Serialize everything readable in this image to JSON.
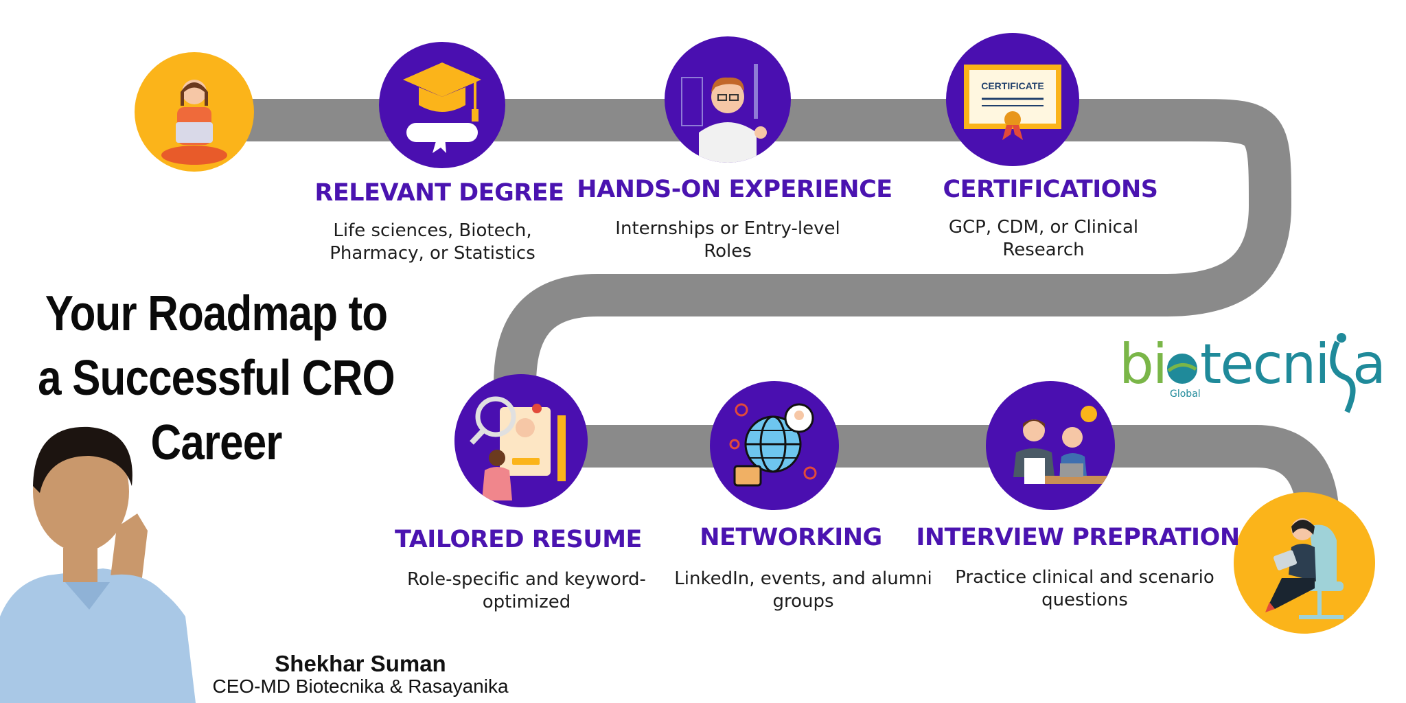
{
  "title": "Your Roadmap to a Successful CRO Career",
  "colors": {
    "road": "#8a8a8a",
    "step_circle": "#4a0fb0",
    "endpoint_circle": "#fbb41a",
    "title_text": "#4a13b0",
    "logo_green": "#7ab648",
    "logo_teal": "#1f8a9a"
  },
  "steps": [
    {
      "title": "RELEVANT DEGREE",
      "desc": "Life sciences, Biotech, Pharmacy, or Statistics",
      "icon": "graduation-cap-icon"
    },
    {
      "title": "HANDS-ON EXPERIENCE",
      "desc": "Internships or Entry-level Roles",
      "icon": "scientist-icon"
    },
    {
      "title": "CERTIFICATIONS",
      "desc": "GCP, CDM, or Clinical Research",
      "icon": "certificate-icon"
    },
    {
      "title": "TAILORED RESUME",
      "desc": "Role-specific and keyword-optimized",
      "icon": "resume-icon"
    },
    {
      "title": "NETWORKING",
      "desc": "LinkedIn, events, and alumni groups",
      "icon": "network-globe-icon"
    },
    {
      "title": "INTERVIEW PREPRATION",
      "desc": "Practice clinical and scenario questions",
      "icon": "interview-icon"
    }
  ],
  "certificate_label": "CERTIFICATE",
  "logo": {
    "part1": "bi",
    "part2": "tecni",
    "part3": "a",
    "sub": "Global"
  },
  "person": {
    "name": "Shekhar Suman",
    "role": "CEO-MD Biotecnika & Rasayanika"
  }
}
